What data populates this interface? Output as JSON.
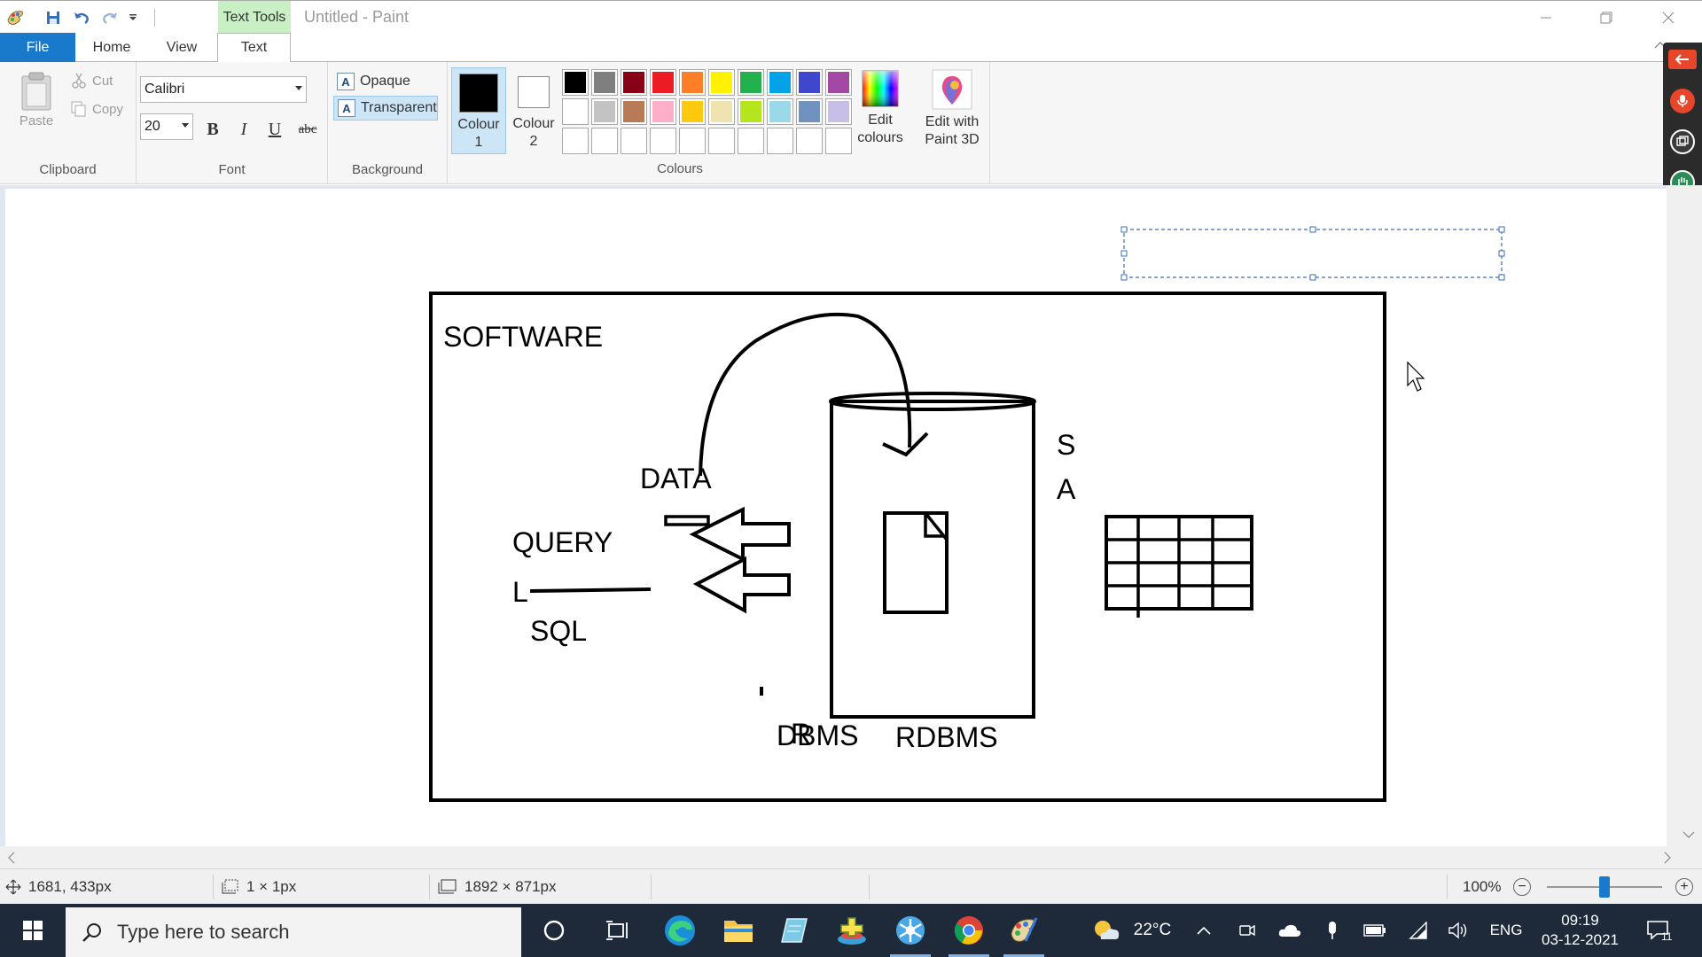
{
  "app": {
    "title": "Untitled - Paint",
    "context_tab": "Text Tools"
  },
  "tabs": [
    "File",
    "Home",
    "View",
    "Text"
  ],
  "clipboard": {
    "paste": "Paste",
    "cut": "Cut",
    "copy": "Copy",
    "label": "Clipboard"
  },
  "font": {
    "family": "Calibri",
    "size": "20",
    "bold": "B",
    "italic": "I",
    "underline": "U",
    "strikethrough": "abc",
    "label": "Font"
  },
  "background": {
    "opaque": "Opaque",
    "transparent": "Transparent",
    "label": "Background",
    "opaque_glyph": "A",
    "transparent_glyph": "A"
  },
  "colours": {
    "colour1_line1": "Colour",
    "colour1_line2": "1",
    "colour2_line1": "Colour",
    "colour2_line2": "2",
    "edit_line1": "Edit",
    "edit_line2": "colours",
    "paint3d_line1": "Edit with",
    "paint3d_line2": "Paint 3D",
    "label": "Colours",
    "colour1_value": "#000000",
    "colour2_value": "#ffffff",
    "palette": [
      "#000000",
      "#7f7f7f",
      "#880015",
      "#ed1c24",
      "#ff7f27",
      "#fff200",
      "#22b14c",
      "#00a2e8",
      "#3f48cc",
      "#a349a4",
      "#ffffff",
      "#c3c3c3",
      "#b97a57",
      "#ffaec9",
      "#ffc90e",
      "#efe4b0",
      "#b5e61d",
      "#99d9ea",
      "#7092be",
      "#c8bfe7",
      "",
      "",
      "",
      "",
      "",
      "",
      "",
      "",
      "",
      ""
    ]
  },
  "drawing": {
    "software": "SOFTWARE",
    "data": "DATA",
    "query": "QUERY",
    "l": "L",
    "sql": "SQL",
    "dbms": "DBMS",
    "overtype": "R",
    "rdbms": "RDBMS",
    "s": "S",
    "a": "A"
  },
  "status": {
    "cursor_pos": "1681, 433px",
    "selection": "1 × 1px",
    "canvas_size": "1892 × 871px",
    "zoom": "100%"
  },
  "taskbar": {
    "search_placeholder": "Type here to search",
    "weather": "22°C",
    "lang": "ENG",
    "time": "09:19",
    "date": "03-12-2021",
    "notif_count": "11"
  }
}
